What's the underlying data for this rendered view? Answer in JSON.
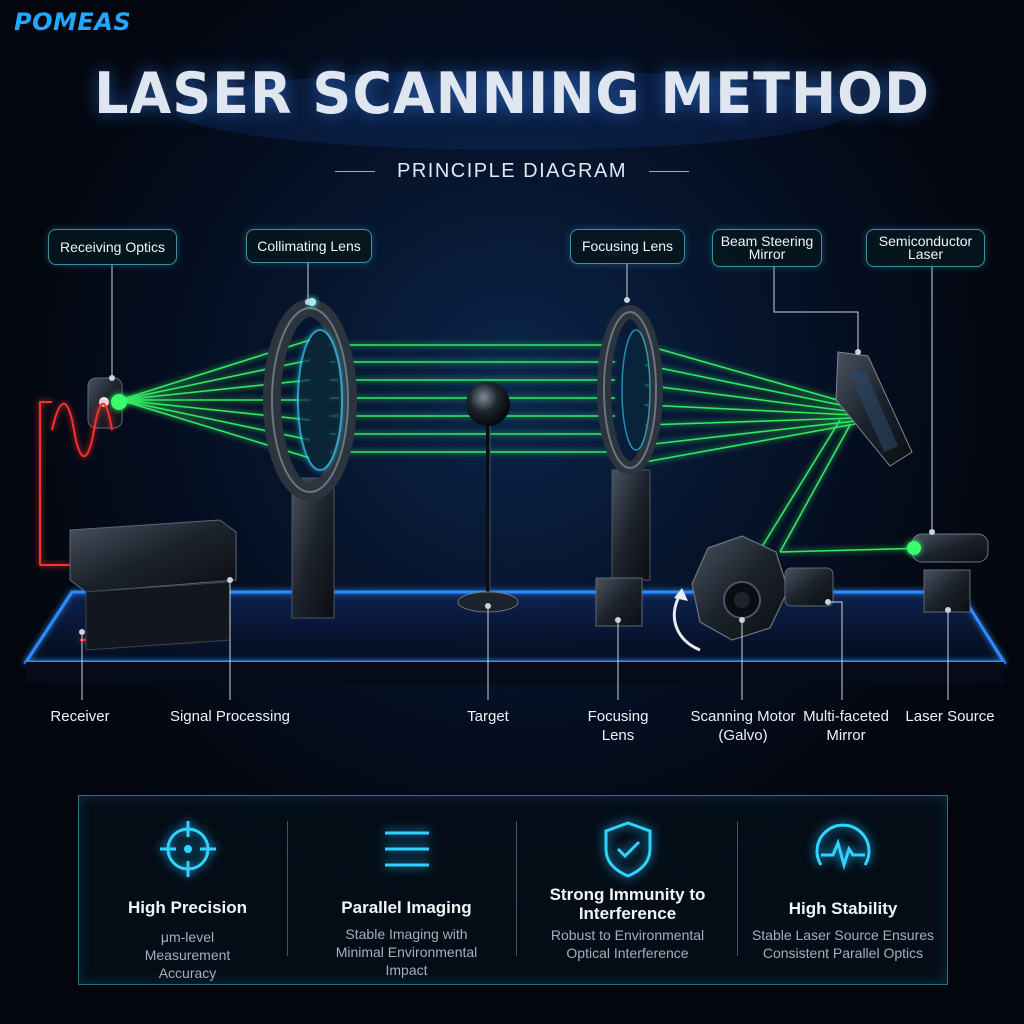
{
  "brand": {
    "logo": "POMEAS"
  },
  "header": {
    "title": "LASER SCANNING METHOD",
    "subtitle": "PRINCIPLE DIAGRAM"
  },
  "top_labels": {
    "receiving_optics": "Receiving Optics",
    "collimating_lens": "Collimating Lens",
    "focusing_lens": "Focusing Lens",
    "beam_steering_mirror": "Beam Steering Mirror",
    "semiconductor_laser": "Semiconductor Laser"
  },
  "bottom_labels": {
    "receiver": "Receiver",
    "signal_processing": "Signal Processing",
    "target": "Target",
    "focusing_lens": "Focusing Lens",
    "scanning_motor": "Scanning Motor (Galvo)",
    "multi_faceted_mirror": "Multi-faceted Mirror",
    "laser_source": "Laser Source"
  },
  "features": [
    {
      "icon": "crosshair-icon",
      "title": "High Precision",
      "desc": "μm-level Measurement Accuracy"
    },
    {
      "icon": "parallel-lines-icon",
      "title": "Parallel Imaging",
      "desc": "Stable Imaging with Minimal Environmental Impact"
    },
    {
      "icon": "shield-check-icon",
      "title": "Strong Immunity to Interference",
      "desc": "Robust to Environmental Optical Interference"
    },
    {
      "icon": "heartbeat-monitor-icon",
      "title": "High Stability",
      "desc": "Stable Laser Source Ensures Consistent Parallel Optics"
    }
  ],
  "colors": {
    "laser": "#39ff6a",
    "accent": "#1fa8ff",
    "signal": "#ff2d2d",
    "frame": "#2f8cff"
  }
}
